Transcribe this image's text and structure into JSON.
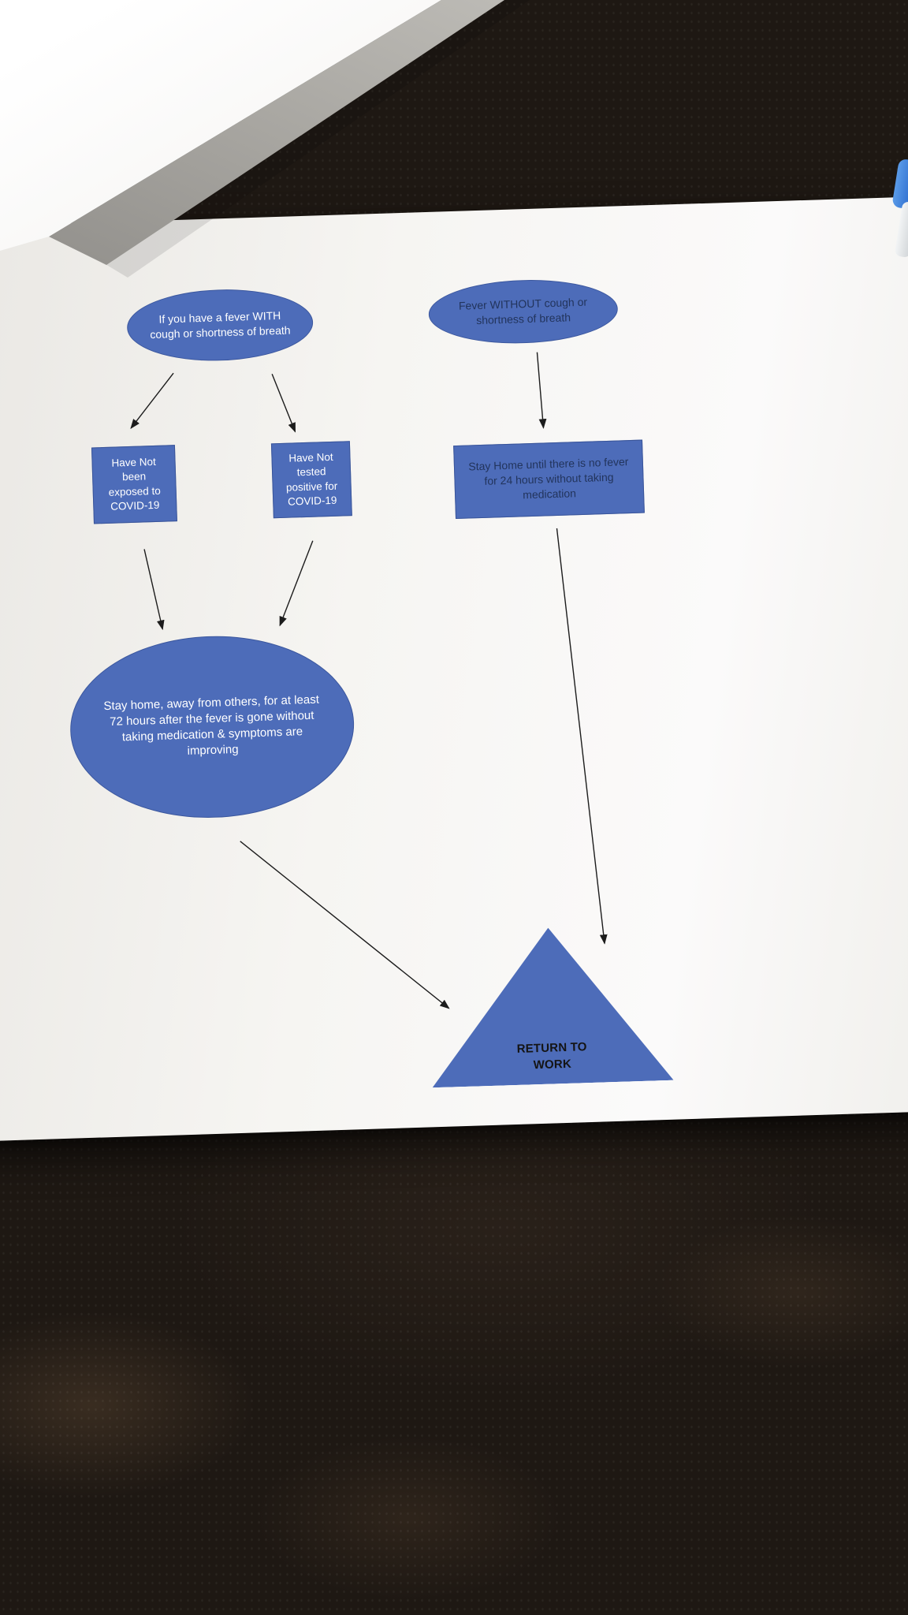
{
  "diagram": {
    "nodes": {
      "fever_with_cough": {
        "shape": "ellipse",
        "label": "If you have a fever WITH cough or shortness of breath",
        "text_color": "light"
      },
      "fever_without_cough": {
        "shape": "ellipse",
        "label": "Fever WITHOUT cough or shortness of breath",
        "text_color": "dark"
      },
      "not_exposed": {
        "shape": "rect",
        "label": "Have Not been exposed to COVID-19",
        "text_color": "light"
      },
      "not_tested_positive": {
        "shape": "rect",
        "label": "Have Not tested positive for COVID-19",
        "text_color": "light"
      },
      "stay_home_24h": {
        "shape": "rect",
        "label": "Stay Home until there is no fever for 24 hours without taking medication",
        "text_color": "dark"
      },
      "stay_home_72h": {
        "shape": "ellipse",
        "label": "Stay home, away from others, for at least 72 hours after the fever is gone without taking medication & symptoms are improving",
        "text_color": "light"
      },
      "return_to_work": {
        "shape": "triangle",
        "label": "RETURN TO WORK",
        "text_color": "dark"
      }
    },
    "edges": [
      {
        "from": "fever_with_cough",
        "to": "not_exposed"
      },
      {
        "from": "fever_with_cough",
        "to": "not_tested_positive"
      },
      {
        "from": "fever_without_cough",
        "to": "stay_home_24h"
      },
      {
        "from": "not_exposed",
        "to": "stay_home_72h"
      },
      {
        "from": "not_tested_positive",
        "to": "stay_home_72h"
      },
      {
        "from": "stay_home_72h",
        "to": "return_to_work"
      },
      {
        "from": "stay_home_24h",
        "to": "return_to_work"
      }
    ],
    "colors": {
      "node_fill": "#4d6cb9",
      "node_border": "#3c5a9e",
      "text_light": "#ffffff",
      "text_dark": "#22345c",
      "arrow": "#1c1c1c",
      "paper": "#f6f5f2",
      "table": "#1e1813"
    }
  }
}
